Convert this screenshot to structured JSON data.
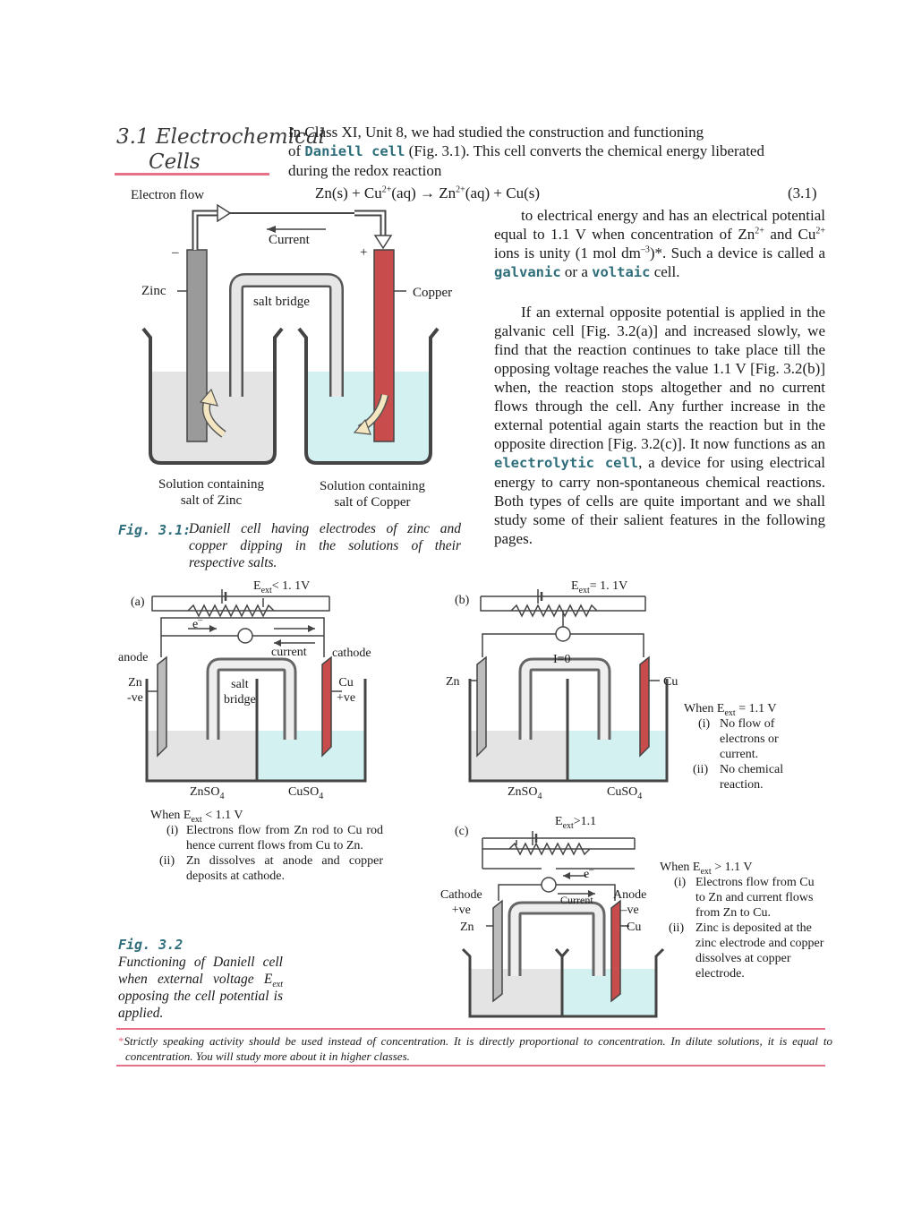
{
  "section": {
    "number": "3.1",
    "title_line1": "Electrochemical",
    "title_line2": "Cells"
  },
  "intro": {
    "line1": "In Class XI, Unit 8, we had studied the construction and functioning",
    "line2_a": "of ",
    "daniell": "Daniell cell",
    "line2_b": " (Fig. 3.1). This cell converts the chemical energy liberated",
    "line3": "during the redox reaction"
  },
  "equation": {
    "zn_s": "Zn(s) + Cu",
    "cu_charge": "2+",
    "aq1": "(aq) → Zn",
    "zn_charge": "2+",
    "rest": "(aq) + Cu(s)",
    "number": "(3.1)"
  },
  "para1": {
    "a": "to electrical energy and has an electrical potential equal to 1.1 V when concentration of Zn",
    "zn_charge": "2+",
    "b": " and Cu",
    "cu_charge": "2+",
    "c": " ions is unity (1 mol dm",
    "exp": "–3",
    "d": ")*. Such a device is called a ",
    "galvanic": "galvanic",
    "e": " or a ",
    "voltaic": "voltaic",
    "f": " cell."
  },
  "para2": {
    "a": "If an external opposite potential is applied in the galvanic cell [Fig. 3.2(a)] and increased slowly, we find that the reaction continues to take place till the opposing voltage reaches the value 1.1 V [Fig. 3.2(b)] when, the reaction stops altogether and no current flows through the cell. Any further increase in the external potential again starts the reaction but in the opposite direction [Fig. 3.2(c)]. It now functions as an ",
    "electrolytic": "electrolytic cell",
    "b": ", a device for using electrical energy to carry non-spontaneous chemical reactions. Both types of cells are quite important and we shall study some of their salient features in the following pages."
  },
  "fig31": {
    "electron_flow": "Electron flow",
    "current": "Current",
    "minus": "–",
    "plus": "+",
    "zinc": "Zinc",
    "copper": "Copper",
    "salt_bridge": "salt bridge",
    "sol_zinc_1": "Solution containing",
    "sol_zinc_2": "salt of Zinc",
    "sol_cu_1": "Solution containing",
    "sol_cu_2": "salt of Copper",
    "caption_num": "Fig. 3.1:",
    "caption": "Daniell cell having electrodes of zinc and copper dipping in the solutions of their respective salts."
  },
  "fig32a": {
    "tag": "(a)",
    "eext": "E",
    "eext_sub": "ext",
    "eext_rest": "< 1. 1V",
    "e": "e",
    "e_sup": "–",
    "current": "current",
    "anode": "anode",
    "cathode": "cathode",
    "zn": "Zn",
    "neg": "-ve",
    "cu": "Cu",
    "pos": "+ve",
    "salt": "salt",
    "bridge": "bridge",
    "znso4": "ZnSO",
    "cuso4": "CuSO",
    "four": "4",
    "when_a": "When E",
    "when_sub": "ext",
    "when_b": " < 1.1 V",
    "i_num": "(i)",
    "i": "Electrons flow from Zn rod to Cu rod hence current flows from Cu to Zn.",
    "ii_num": "(ii)",
    "ii": "Zn dissolves at anode and copper deposits at cathode."
  },
  "fig32b": {
    "tag": "(b)",
    "eext": "E",
    "eext_sub": "ext",
    "eext_rest": "= 1. 1V",
    "i0": "I=0",
    "zn": "Zn",
    "cu": "Cu",
    "znso4": "ZnSO",
    "cuso4": "CuSO",
    "four": "4",
    "when_a": "When E",
    "when_sub": "ext",
    "when_b": " = 1.1 V",
    "i_num": "(i)",
    "i": "No flow of electrons or current.",
    "ii_num": "(ii)",
    "ii": "No chemical reaction."
  },
  "fig32c": {
    "tag": "(c)",
    "eext": "E",
    "eext_sub": "ext",
    "eext_rest": ">1.1",
    "e": "e",
    "e_sup": "–",
    "current": "Current",
    "cathode": "Cathode",
    "pos": "+ve",
    "zn": "Zn",
    "anode": "Anode",
    "neg": "–ve",
    "cu": "Cu",
    "when_a": "When E",
    "when_sub": "ext",
    "when_b": " > 1.1 V",
    "i_num": "(i)",
    "i": "Electrons flow from Cu to Zn and current flows from Zn to Cu.",
    "ii_num": "(ii)",
    "ii": "Zinc is deposited at the zinc electrode and copper dissolves at copper electrode."
  },
  "fig32_caption": {
    "num": "Fig. 3.2",
    "a": "Functioning of Daniell cell when external voltage E",
    "sub": "ext",
    "b": " opposing the cell potential is applied."
  },
  "footnote": {
    "star": "*",
    "text": "Strictly speaking activity should be used instead of concentration. It is directly proportional to concentration. In dilute solutions, it is equal to concentration. You will study more about it in higher classes."
  },
  "colors": {
    "accent": "#e8718a",
    "keyword": "#2e6e7a",
    "copper_rod": "#c84c4c",
    "zinc_rod": "#9a9a9a",
    "cu_solution": "#d3f1f1",
    "zn_solution": "#e4e4e4"
  }
}
